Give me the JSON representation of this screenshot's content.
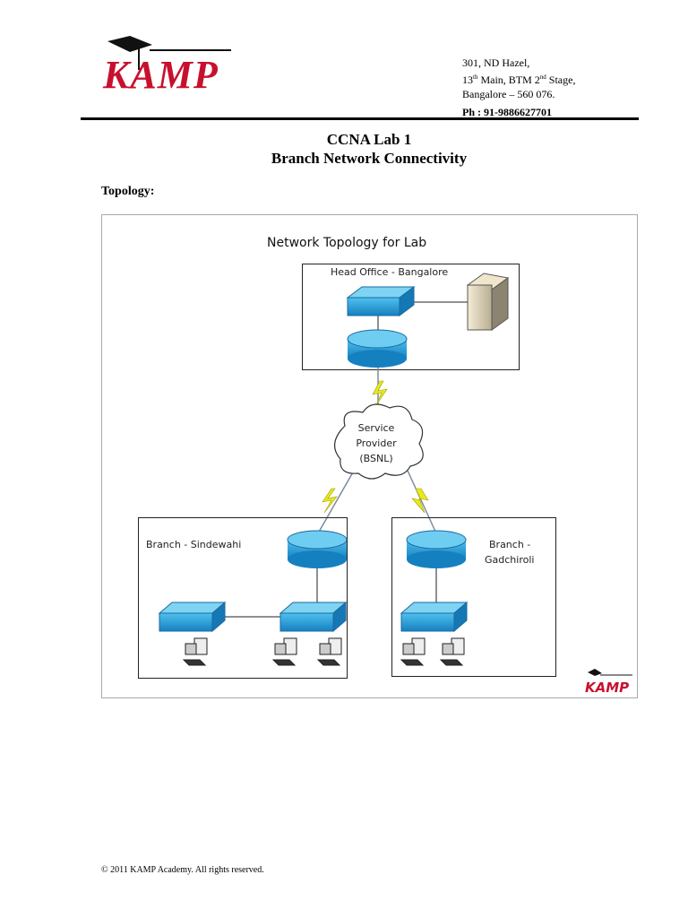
{
  "header": {
    "logo_text": "KAMP",
    "address": [
      "301, ND Hazel,",
      "13",
      "th",
      " Main, BTM 2",
      "nd",
      " Stage,",
      "Bangalore – 560 076."
    ],
    "phone": "Ph : 91-9886627701"
  },
  "title": {
    "line1": "CCNA Lab 1",
    "line2": "Branch Network Connectivity"
  },
  "section_label": "Topology:",
  "diagram": {
    "title": "Network Topology for Lab",
    "head_office": "Head Office - Bangalore",
    "cloud": [
      "Service",
      "Provider",
      "(BSNL)"
    ],
    "branch_left": "Branch - Sindewahi",
    "branch_right": [
      "Branch -",
      "Gadchiroli"
    ],
    "watermark": "KAMP",
    "colors": {
      "device": "#1b9ad6",
      "link": "#e8e820",
      "logo": "#c8102e"
    }
  },
  "footer": "© 2011 KAMP Academy. All rights reserved."
}
